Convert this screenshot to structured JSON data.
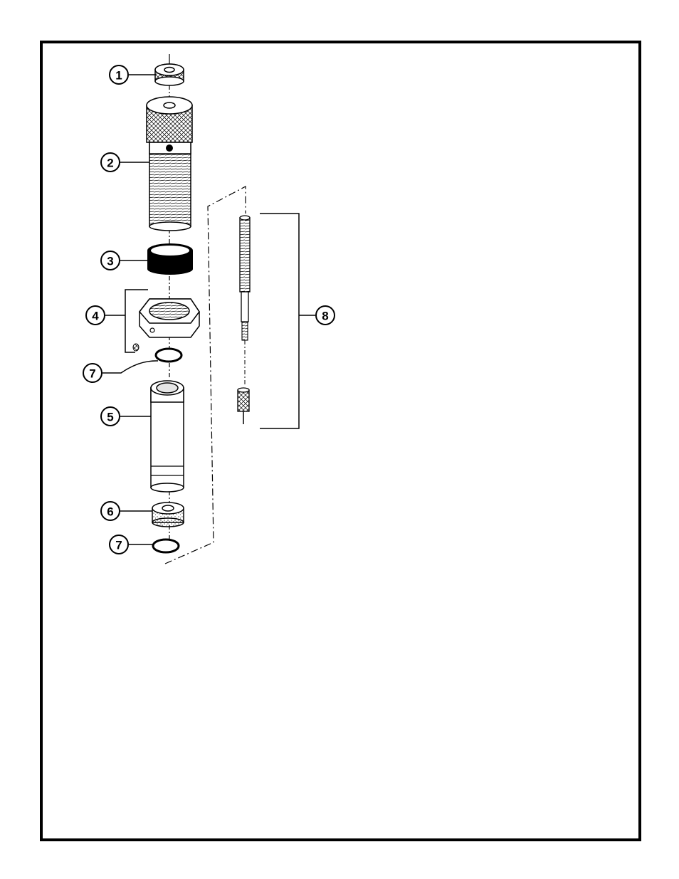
{
  "diagram": {
    "callouts": [
      {
        "id": "1",
        "label": "1"
      },
      {
        "id": "2",
        "label": "2"
      },
      {
        "id": "3",
        "label": "3"
      },
      {
        "id": "4",
        "label": "4"
      },
      {
        "id": "7a",
        "label": "7"
      },
      {
        "id": "5",
        "label": "5"
      },
      {
        "id": "6",
        "label": "6"
      },
      {
        "id": "7b",
        "label": "7"
      },
      {
        "id": "8",
        "label": "8"
      }
    ]
  },
  "colors": {
    "ink": "#000000",
    "paper": "#ffffff",
    "shade": "#e6e6e6"
  }
}
